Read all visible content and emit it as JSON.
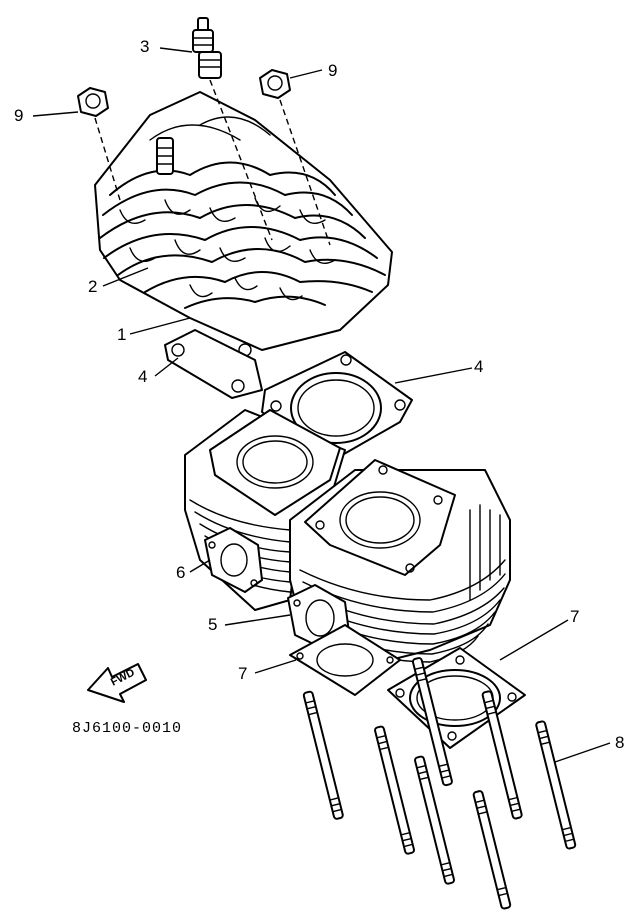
{
  "diagram": {
    "code": "8J6100-0010",
    "forward_label": "FWD",
    "callouts": {
      "c1": "1",
      "c2": "2",
      "c3": "3",
      "c4a": "4",
      "c4b": "4",
      "c5": "5",
      "c6": "6",
      "c7a": "7",
      "c7b": "7",
      "c8": "8",
      "c9a": "9",
      "c9b": "9"
    }
  }
}
